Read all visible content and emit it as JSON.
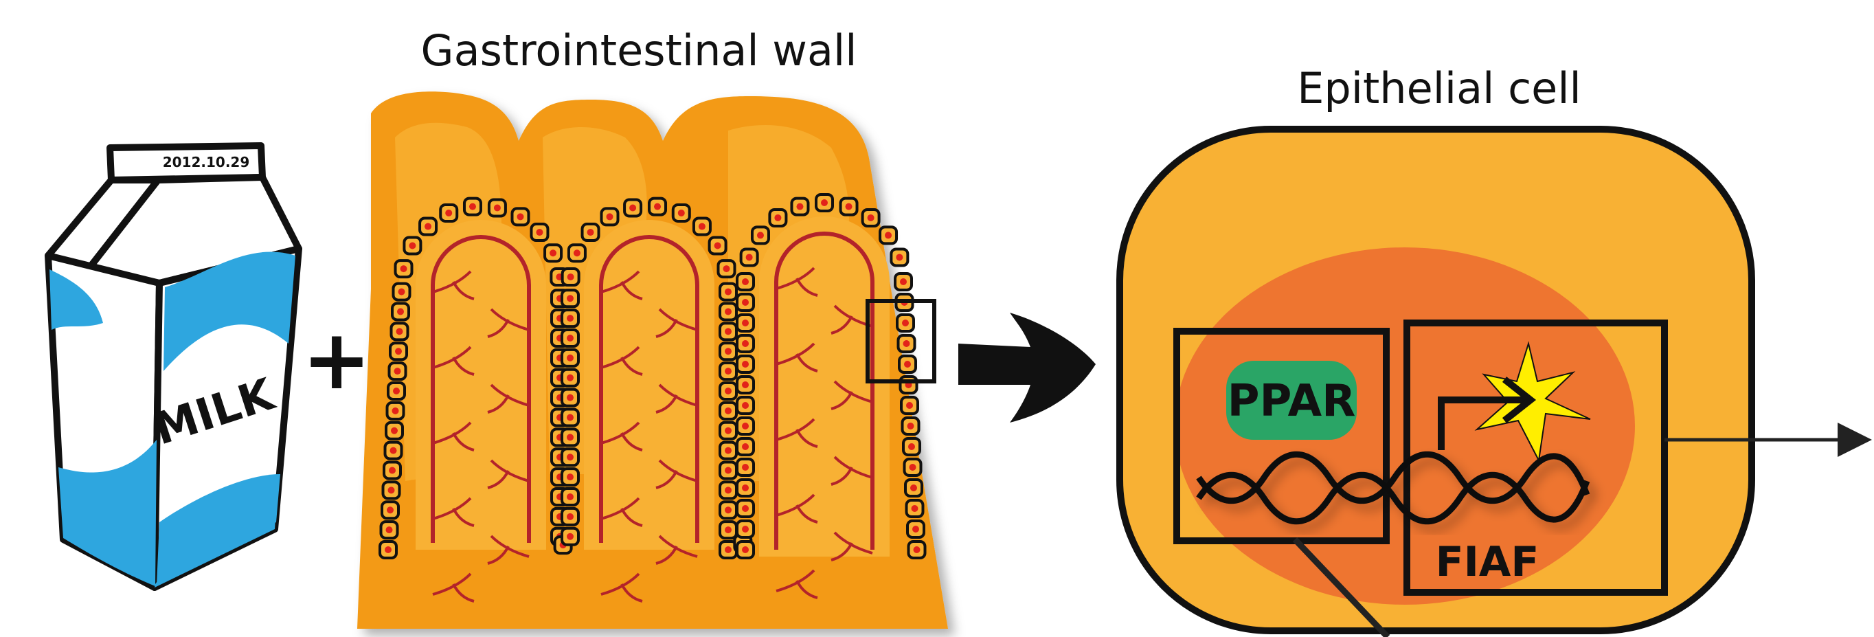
{
  "labels": {
    "gi_wall_title": "Gastrointestinal wall",
    "epithelial_title": "Epithelial cell",
    "milk_brand": "MILK",
    "milk_date": "2012.10.29",
    "plus_sign": "+",
    "ppar": "PPAR",
    "fiaf": "FIAF"
  },
  "colors": {
    "milk_blue": "#2ea6df",
    "villus_orange": "#f39a12",
    "cell_light_orange": "#f8b134",
    "nucleus_orange": "#ee7530",
    "vessel_red": "#b3232a",
    "ppar_green": "#2aa566",
    "star_yellow": "#ffee00",
    "outline": "#111111"
  }
}
